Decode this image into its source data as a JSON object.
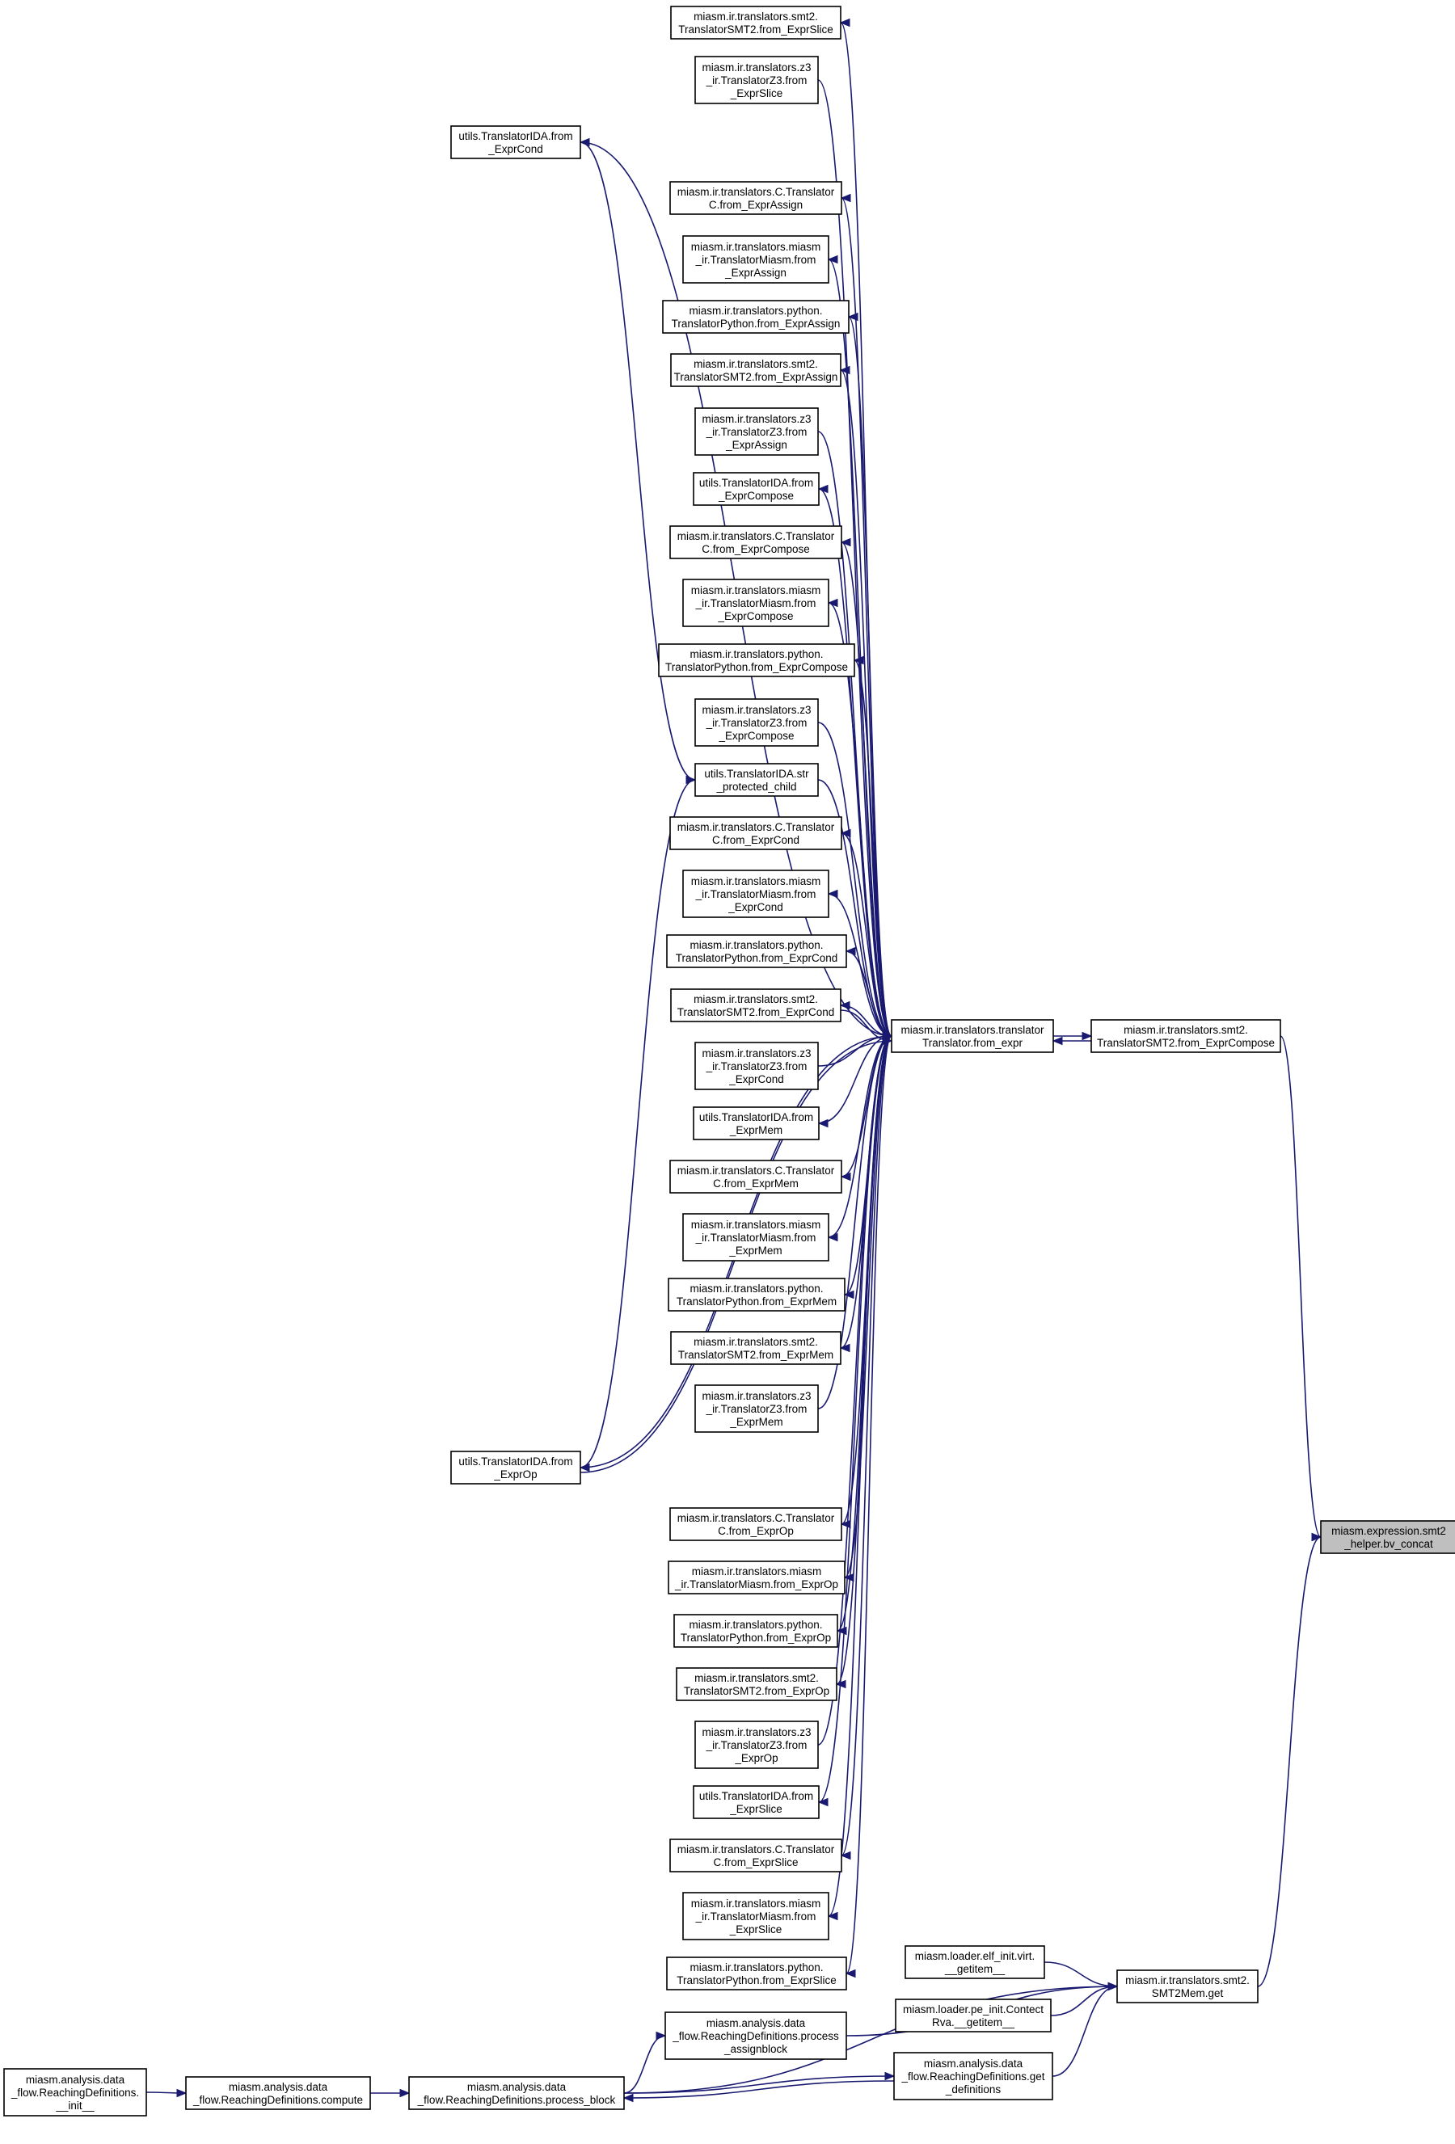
{
  "graph": {
    "type": "caller-graph",
    "colors": {
      "edge": "#191970",
      "node_fill": "#ffffff",
      "node_border": "#000000",
      "current_fill": "#bfbfbf"
    },
    "nodes": [
      {
        "id": "bv_concat",
        "lines": [
          "miasm.expression.smt2",
          "_helper.bv_concat"
        ],
        "current": true
      },
      {
        "id": "fe",
        "lines": [
          "miasm.ir.translators.translator",
          "Translator.from_expr"
        ]
      },
      {
        "id": "smt2_comp",
        "lines": [
          "miasm.ir.translators.smt2.",
          "TranslatorSMT2.from_ExprCompose"
        ]
      },
      {
        "id": "mem_get",
        "lines": [
          "miasm.ir.translators.smt2.",
          "SMT2Mem.get"
        ]
      },
      {
        "id": "smt2_slice",
        "lines": [
          "miasm.ir.translators.smt2.",
          "TranslatorSMT2.from_ExprSlice"
        ]
      },
      {
        "id": "z3_slice",
        "lines": [
          "miasm.ir.translators.z3",
          "_ir.TranslatorZ3.from",
          "_ExprSlice"
        ]
      },
      {
        "id": "ida_cond",
        "lines": [
          "utils.TranslatorIDA.from",
          "_ExprCond"
        ]
      },
      {
        "id": "c_assign",
        "lines": [
          "miasm.ir.translators.C.Translator",
          "C.from_ExprAssign"
        ]
      },
      {
        "id": "miasm_assign",
        "lines": [
          "miasm.ir.translators.miasm",
          "_ir.TranslatorMiasm.from",
          "_ExprAssign"
        ]
      },
      {
        "id": "py_assign",
        "lines": [
          "miasm.ir.translators.python.",
          "TranslatorPython.from_ExprAssign"
        ]
      },
      {
        "id": "smt2_assign",
        "lines": [
          "miasm.ir.translators.smt2.",
          "TranslatorSMT2.from_ExprAssign"
        ]
      },
      {
        "id": "z3_assign",
        "lines": [
          "miasm.ir.translators.z3",
          "_ir.TranslatorZ3.from",
          "_ExprAssign"
        ]
      },
      {
        "id": "ida_compose",
        "lines": [
          "utils.TranslatorIDA.from",
          "_ExprCompose"
        ]
      },
      {
        "id": "c_compose",
        "lines": [
          "miasm.ir.translators.C.Translator",
          "C.from_ExprCompose"
        ]
      },
      {
        "id": "miasm_compose",
        "lines": [
          "miasm.ir.translators.miasm",
          "_ir.TranslatorMiasm.from",
          "_ExprCompose"
        ]
      },
      {
        "id": "py_compose",
        "lines": [
          "miasm.ir.translators.python.",
          "TranslatorPython.from_ExprCompose"
        ]
      },
      {
        "id": "z3_compose",
        "lines": [
          "miasm.ir.translators.z3",
          "_ir.TranslatorZ3.from",
          "_ExprCompose"
        ]
      },
      {
        "id": "ida_str",
        "lines": [
          "utils.TranslatorIDA.str",
          "_protected_child"
        ]
      },
      {
        "id": "c_cond",
        "lines": [
          "miasm.ir.translators.C.Translator",
          "C.from_ExprCond"
        ]
      },
      {
        "id": "miasm_cond",
        "lines": [
          "miasm.ir.translators.miasm",
          "_ir.TranslatorMiasm.from",
          "_ExprCond"
        ]
      },
      {
        "id": "py_cond",
        "lines": [
          "miasm.ir.translators.python.",
          "TranslatorPython.from_ExprCond"
        ]
      },
      {
        "id": "smt2_cond",
        "lines": [
          "miasm.ir.translators.smt2.",
          "TranslatorSMT2.from_ExprCond"
        ]
      },
      {
        "id": "z3_cond",
        "lines": [
          "miasm.ir.translators.z3",
          "_ir.TranslatorZ3.from",
          "_ExprCond"
        ]
      },
      {
        "id": "ida_mem",
        "lines": [
          "utils.TranslatorIDA.from",
          "_ExprMem"
        ]
      },
      {
        "id": "c_mem",
        "lines": [
          "miasm.ir.translators.C.Translator",
          "C.from_ExprMem"
        ]
      },
      {
        "id": "miasm_mem",
        "lines": [
          "miasm.ir.translators.miasm",
          "_ir.TranslatorMiasm.from",
          "_ExprMem"
        ]
      },
      {
        "id": "py_mem",
        "lines": [
          "miasm.ir.translators.python.",
          "TranslatorPython.from_ExprMem"
        ]
      },
      {
        "id": "smt2_mem",
        "lines": [
          "miasm.ir.translators.smt2.",
          "TranslatorSMT2.from_ExprMem"
        ]
      },
      {
        "id": "z3_mem",
        "lines": [
          "miasm.ir.translators.z3",
          "_ir.TranslatorZ3.from",
          "_ExprMem"
        ]
      },
      {
        "id": "ida_op",
        "lines": [
          "utils.TranslatorIDA.from",
          "_ExprOp"
        ]
      },
      {
        "id": "c_op",
        "lines": [
          "miasm.ir.translators.C.Translator",
          "C.from_ExprOp"
        ]
      },
      {
        "id": "miasm_op",
        "lines": [
          "miasm.ir.translators.miasm",
          "_ir.TranslatorMiasm.from_ExprOp"
        ]
      },
      {
        "id": "py_op",
        "lines": [
          "miasm.ir.translators.python.",
          "TranslatorPython.from_ExprOp"
        ]
      },
      {
        "id": "smt2_op",
        "lines": [
          "miasm.ir.translators.smt2.",
          "TranslatorSMT2.from_ExprOp"
        ]
      },
      {
        "id": "z3_op",
        "lines": [
          "miasm.ir.translators.z3",
          "_ir.TranslatorZ3.from",
          "_ExprOp"
        ]
      },
      {
        "id": "ida_slice",
        "lines": [
          "utils.TranslatorIDA.from",
          "_ExprSlice"
        ]
      },
      {
        "id": "c_slice",
        "lines": [
          "miasm.ir.translators.C.Translator",
          "C.from_ExprSlice"
        ]
      },
      {
        "id": "miasm_slice",
        "lines": [
          "miasm.ir.translators.miasm",
          "_ir.TranslatorMiasm.from",
          "_ExprSlice"
        ]
      },
      {
        "id": "py_slice",
        "lines": [
          "miasm.ir.translators.python.",
          "TranslatorPython.from_ExprSlice"
        ]
      },
      {
        "id": "elf_getitem",
        "lines": [
          "miasm.loader.elf_init.virt.",
          "__getitem__"
        ]
      },
      {
        "id": "pe_getitem",
        "lines": [
          "miasm.loader.pe_init.Contect",
          "Rva.__getitem__"
        ]
      },
      {
        "id": "process_assignblock",
        "lines": [
          "miasm.analysis.data",
          "_flow.ReachingDefinitions.process",
          "_assignblock"
        ]
      },
      {
        "id": "get_definitions",
        "lines": [
          "miasm.analysis.data",
          "_flow.ReachingDefinitions.get",
          "_definitions"
        ]
      },
      {
        "id": "process_block",
        "lines": [
          "miasm.analysis.data",
          "_flow.ReachingDefinitions.process_block"
        ]
      },
      {
        "id": "compute",
        "lines": [
          "miasm.analysis.data",
          "_flow.ReachingDefinitions.compute"
        ]
      },
      {
        "id": "rd_init",
        "lines": [
          "miasm.analysis.data",
          "_flow.ReachingDefinitions.",
          "__init__"
        ]
      }
    ],
    "edges": [
      [
        "smt2_comp",
        "bv_concat"
      ],
      [
        "mem_get",
        "bv_concat"
      ],
      [
        "fe",
        "smt2_comp"
      ],
      [
        "smt2_comp",
        "fe"
      ],
      [
        "fe",
        "smt2_slice"
      ],
      [
        "z3_slice",
        "fe"
      ],
      [
        "fe",
        "ida_cond"
      ],
      [
        "ida_cond",
        "ida_str"
      ],
      [
        "fe",
        "c_assign"
      ],
      [
        "fe",
        "miasm_assign"
      ],
      [
        "fe",
        "py_assign"
      ],
      [
        "fe",
        "smt2_assign"
      ],
      [
        "z3_assign",
        "fe"
      ],
      [
        "fe",
        "ida_compose"
      ],
      [
        "fe",
        "c_compose"
      ],
      [
        "fe",
        "miasm_compose"
      ],
      [
        "fe",
        "py_compose"
      ],
      [
        "z3_compose",
        "fe"
      ],
      [
        "ida_str",
        "fe"
      ],
      [
        "ida_op",
        "ida_str"
      ],
      [
        "fe",
        "c_cond"
      ],
      [
        "fe",
        "miasm_cond"
      ],
      [
        "fe",
        "py_cond"
      ],
      [
        "fe",
        "smt2_cond"
      ],
      [
        "smt2_cond",
        "fe"
      ],
      [
        "z3_cond",
        "fe"
      ],
      [
        "fe",
        "ida_mem"
      ],
      [
        "fe",
        "c_mem"
      ],
      [
        "fe",
        "miasm_mem"
      ],
      [
        "fe",
        "py_mem"
      ],
      [
        "fe",
        "smt2_mem"
      ],
      [
        "z3_mem",
        "fe"
      ],
      [
        "fe",
        "ida_op"
      ],
      [
        "ida_op",
        "fe"
      ],
      [
        "fe",
        "c_op"
      ],
      [
        "fe",
        "miasm_op"
      ],
      [
        "fe",
        "py_op"
      ],
      [
        "fe",
        "smt2_op"
      ],
      [
        "z3_op",
        "fe"
      ],
      [
        "fe",
        "ida_slice"
      ],
      [
        "fe",
        "c_slice"
      ],
      [
        "fe",
        "miasm_slice"
      ],
      [
        "fe",
        "py_slice"
      ],
      [
        "elf_getitem",
        "mem_get"
      ],
      [
        "pe_getitem",
        "mem_get"
      ],
      [
        "get_definitions",
        "mem_get"
      ],
      [
        "process_assignblock",
        "mem_get"
      ],
      [
        "process_block",
        "mem_get"
      ],
      [
        "process_block",
        "process_assignblock"
      ],
      [
        "process_block",
        "get_definitions"
      ],
      [
        "get_definitions",
        "process_block"
      ],
      [
        "compute",
        "process_block"
      ],
      [
        "rd_init",
        "compute"
      ]
    ]
  }
}
